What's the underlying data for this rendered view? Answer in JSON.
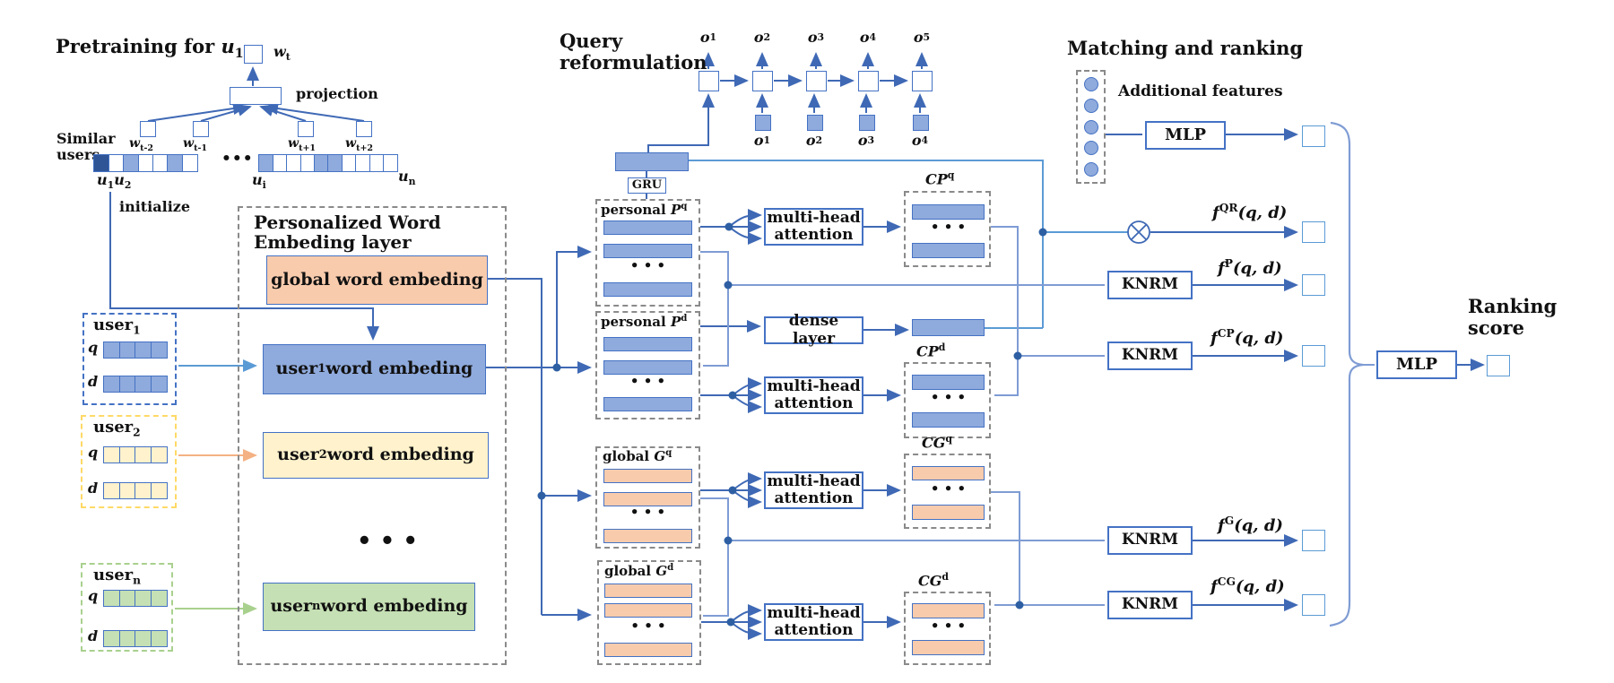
{
  "pretraining": {
    "title": [
      {
        "t": "t",
        "v": "Pretraining for "
      },
      {
        "t": "i",
        "v": "u"
      },
      {
        "t": "sub",
        "v": "1"
      }
    ],
    "wt": [
      {
        "t": "i",
        "v": "w"
      },
      {
        "t": "sub",
        "v": "t"
      }
    ],
    "projection": "projection",
    "context_words": [
      [
        {
          "t": "i",
          "v": "w"
        },
        {
          "t": "sub",
          "v": "t-2"
        }
      ],
      [
        {
          "t": "i",
          "v": "w"
        },
        {
          "t": "sub",
          "v": "t-1"
        }
      ],
      [
        {
          "t": "i",
          "v": "w"
        },
        {
          "t": "sub",
          "v": "t+1"
        }
      ],
      [
        {
          "t": "i",
          "v": "w"
        },
        {
          "t": "sub",
          "v": "t+2"
        }
      ]
    ],
    "similar_users": "Similar users",
    "row_dots": "•••",
    "row_left_cells": [
      "dark",
      "white",
      "mid",
      "white",
      "white",
      "mid",
      "white"
    ],
    "row_right_cells": [
      "mid",
      "white",
      "white",
      "white",
      "mid",
      "mid",
      "white",
      "white",
      "white",
      "white"
    ],
    "u12": [
      {
        "t": "i",
        "v": "u"
      },
      {
        "t": "sub",
        "v": "1"
      },
      {
        "t": "i",
        "v": "u"
      },
      {
        "t": "sub",
        "v": "2"
      }
    ],
    "ui": [
      {
        "t": "i",
        "v": "u"
      },
      {
        "t": "sub",
        "v": "i"
      }
    ],
    "un": [
      {
        "t": "i",
        "v": "u"
      },
      {
        "t": "sub",
        "v": "n"
      }
    ],
    "initialize": "initialize"
  },
  "embedding_layer": {
    "heading": "Personalized Word Embeding layer",
    "global_label": "global word embeding",
    "user1_label": [
      {
        "t": "t",
        "v": "user"
      },
      {
        "t": "sub",
        "v": "1"
      },
      {
        "t": "t",
        "v": " word embeding"
      }
    ],
    "user2_label": [
      {
        "t": "t",
        "v": "user"
      },
      {
        "t": "sub",
        "v": "2"
      },
      {
        "t": "t",
        "v": " word embeding"
      }
    ],
    "usern_label": [
      {
        "t": "t",
        "v": "user"
      },
      {
        "t": "sub",
        "v": "n"
      },
      {
        "t": "t",
        "v": " word embeding"
      }
    ],
    "dots": "• • •"
  },
  "users": {
    "user1_title": [
      {
        "t": "t",
        "v": "user"
      },
      {
        "t": "sub",
        "v": "1"
      }
    ],
    "user2_title": [
      {
        "t": "t",
        "v": "user"
      },
      {
        "t": "sub",
        "v": "2"
      }
    ],
    "usern_title": [
      {
        "t": "t",
        "v": "user"
      },
      {
        "t": "sub",
        "v": "n"
      }
    ],
    "q": [
      {
        "t": "i",
        "v": "q"
      }
    ],
    "d": [
      {
        "t": "i",
        "v": "d"
      }
    ]
  },
  "query_reformulation": {
    "title": "Query reformulation",
    "gru": "GRU",
    "top_labels": [
      [
        {
          "t": "i",
          "v": "o"
        },
        {
          "t": "sub",
          "v": "1"
        }
      ],
      [
        {
          "t": "i",
          "v": "o"
        },
        {
          "t": "sub",
          "v": "2"
        }
      ],
      [
        {
          "t": "i",
          "v": "o"
        },
        {
          "t": "sub",
          "v": "3"
        }
      ],
      [
        {
          "t": "i",
          "v": "o"
        },
        {
          "t": "sub",
          "v": "4"
        }
      ],
      [
        {
          "t": "i",
          "v": "o"
        },
        {
          "t": "sub",
          "v": "5"
        }
      ]
    ],
    "bottom_labels": [
      [
        {
          "t": "i",
          "v": "o"
        },
        {
          "t": "sub",
          "v": "1"
        }
      ],
      [
        {
          "t": "i",
          "v": "o"
        },
        {
          "t": "sub",
          "v": "2"
        }
      ],
      [
        {
          "t": "i",
          "v": "o"
        },
        {
          "t": "sub",
          "v": "3"
        }
      ],
      [
        {
          "t": "i",
          "v": "o"
        },
        {
          "t": "sub",
          "v": "4"
        }
      ]
    ]
  },
  "encoder": {
    "personal_pq": [
      {
        "t": "t",
        "v": "personal "
      },
      {
        "t": "i",
        "v": "P"
      },
      {
        "t": "sup",
        "v": "q"
      }
    ],
    "personal_pd": [
      {
        "t": "t",
        "v": "personal "
      },
      {
        "t": "i",
        "v": "P"
      },
      {
        "t": "sup",
        "v": "d"
      }
    ],
    "global_gq": [
      {
        "t": "t",
        "v": "global "
      },
      {
        "t": "i",
        "v": "G"
      },
      {
        "t": "sup",
        "v": "q"
      }
    ],
    "global_gd": [
      {
        "t": "t",
        "v": "global "
      },
      {
        "t": "i",
        "v": "G"
      },
      {
        "t": "sup",
        "v": "d"
      }
    ],
    "mha": "multi-head attention",
    "dense": "dense layer",
    "cp_q": [
      {
        "t": "i",
        "v": "CP"
      },
      {
        "t": "sup",
        "v": "q"
      }
    ],
    "cp_d": [
      {
        "t": "i",
        "v": "CP"
      },
      {
        "t": "sup",
        "v": "d"
      }
    ],
    "cg_q": [
      {
        "t": "i",
        "v": "CG"
      },
      {
        "t": "sup",
        "v": "q"
      }
    ],
    "cg_d": [
      {
        "t": "i",
        "v": "CG"
      },
      {
        "t": "sup",
        "v": "d"
      }
    ],
    "dots": "• • •"
  },
  "matching": {
    "title": "Matching and ranking",
    "additional_features": "Additional features",
    "mlp": "MLP",
    "knrm": "KNRM",
    "f_qr": [
      {
        "t": "i",
        "v": "f"
      },
      {
        "t": "sup",
        "v": "QR"
      },
      {
        "t": "i",
        "v": "(q, d)"
      }
    ],
    "f_p": [
      {
        "t": "i",
        "v": "f"
      },
      {
        "t": "sup",
        "v": "P"
      },
      {
        "t": "i",
        "v": "(q, d)"
      }
    ],
    "f_cp": [
      {
        "t": "i",
        "v": "f"
      },
      {
        "t": "sup",
        "v": "CP"
      },
      {
        "t": "i",
        "v": "(q, d)"
      }
    ],
    "f_g": [
      {
        "t": "i",
        "v": "f"
      },
      {
        "t": "sup",
        "v": "G"
      },
      {
        "t": "i",
        "v": "(q, d)"
      }
    ],
    "f_cg": [
      {
        "t": "i",
        "v": "f"
      },
      {
        "t": "sup",
        "v": "CG"
      },
      {
        "t": "i",
        "v": "(q, d)"
      }
    ],
    "ranking_score": "Ranking score"
  },
  "colors": {
    "line_dark": "#3F69B5",
    "line_light": "#7F9CD4",
    "accent": "#5B9BD5",
    "bar_blue": "#8FAADC",
    "bar_orange": "#F8CBAD",
    "fill_yellow": "#FFF2CC",
    "fill_green": "#C5E0B4",
    "cell_dark": "#2F5597"
  }
}
